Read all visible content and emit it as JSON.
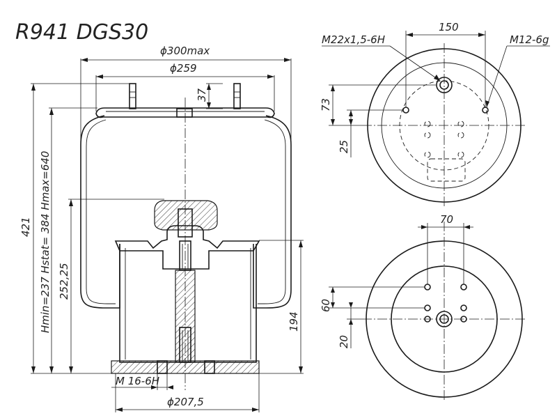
{
  "title": "R941 DGS30",
  "side_view": {
    "dim_outer_diameter": "ϕ300max",
    "dim_plate_diameter": "ϕ259",
    "dim_stud_height": "37",
    "dim_total_height": "421",
    "dim_heights": "Hmin=237 Hstat= 384 Hmax=640",
    "dim_piston_to_top": "252,25",
    "dim_piston_height": "194",
    "dim_thread_bottom": "M 16-6H",
    "dim_base_diameter": "ϕ207,5"
  },
  "top_view": {
    "dim_stud_spacing": "150",
    "label_center_thread": "M22x1,5-6H",
    "label_stud_thread": "M12-6g",
    "dim_offset_73": "73",
    "dim_offset_25": "25"
  },
  "bottom_view": {
    "dim_hole_spacing": "70",
    "dim_offset_60": "60",
    "dim_offset_20": "20"
  }
}
